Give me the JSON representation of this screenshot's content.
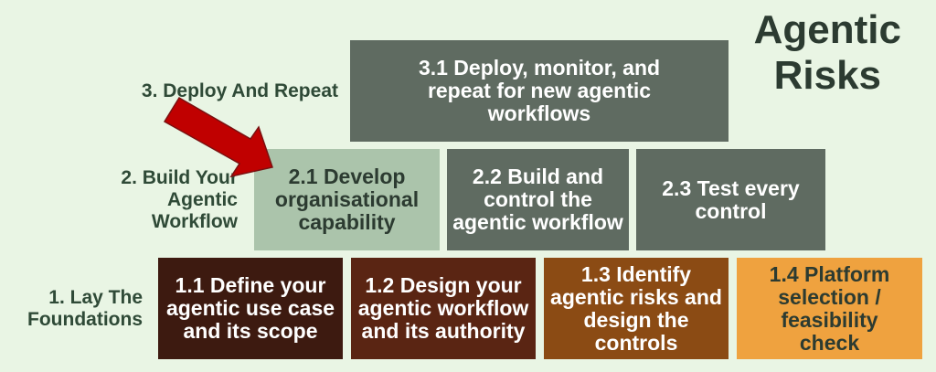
{
  "title": {
    "line1": "Agentic",
    "line2": "Risks"
  },
  "stages": [
    {
      "label": "3. Deploy And Repeat"
    },
    {
      "label_lines": [
        "2. Build Your",
        "Agentic",
        "Workflow"
      ]
    },
    {
      "label_lines": [
        "1. Lay The",
        "Foundations"
      ]
    }
  ],
  "boxes": {
    "b31": "3.1 Deploy, monitor, and repeat for new agentic workflows",
    "b21": "2.1 Develop organisational capability",
    "b22": "2.2 Build and control the agentic workflow",
    "b23": "2.3 Test every control",
    "b11": "1.1 Define your agentic use case and its scope",
    "b12": "1.2 Design your agentic workflow and its authority",
    "b13": "1.3 Identify agentic risks and design the controls",
    "b14": "1.4 Platform selection / feasibility check"
  },
  "colors": {
    "background": "#e9f5e4",
    "stage3": "#5f6b61",
    "highlight": "#abc4ab",
    "c11": "#3d1a10",
    "c12": "#5a2513",
    "c13": "#8b4b14",
    "c14": "#efa23f",
    "arrow": "#c00000"
  }
}
